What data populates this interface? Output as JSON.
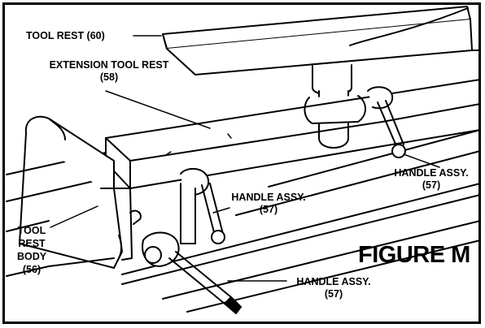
{
  "figure": {
    "title": "FIGURE M"
  },
  "labels": {
    "tool_rest": "TOOL REST (60)",
    "extension_tool_rest": "EXTENSION TOOL REST",
    "extension_tool_rest_num": "(58)",
    "handle_right": "HANDLE ASSY.",
    "handle_right_num": "(57)",
    "handle_middle": "HANDLE ASSY.",
    "handle_middle_num": "(57)",
    "tool_rest_body_1": "TOOL",
    "tool_rest_body_2": "REST",
    "tool_rest_body_3": "BODY",
    "tool_rest_body_num": "(56)",
    "handle_bottom": "HANDLE ASSY.",
    "handle_bottom_num": "(57)"
  },
  "colors": {
    "ink": "#000000",
    "paper": "#ffffff"
  }
}
